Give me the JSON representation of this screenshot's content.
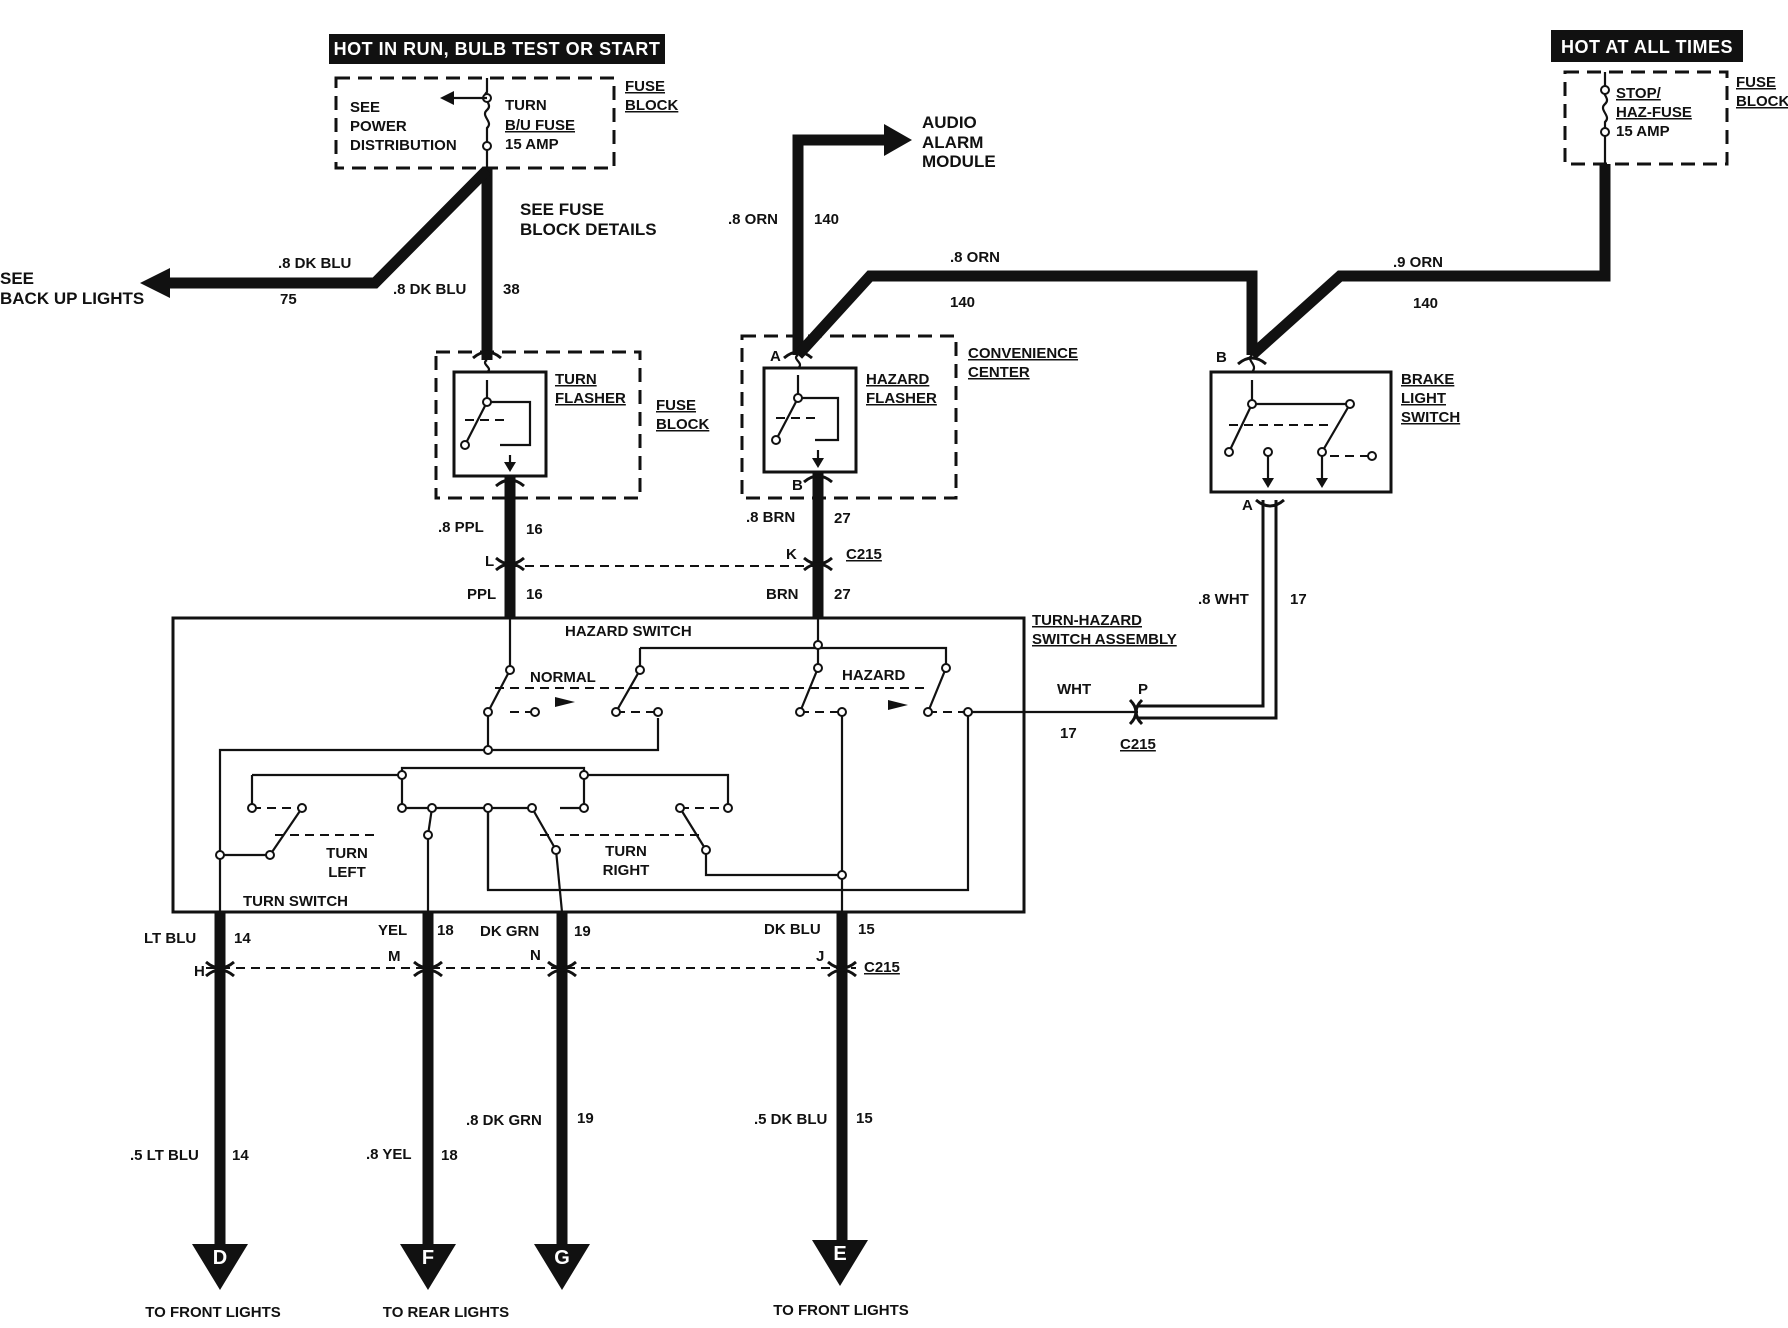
{
  "headers": {
    "hot_in_run": "HOT IN RUN, BULB TEST OR START",
    "hot_at_all_times": "HOT AT ALL TIMES"
  },
  "fuse_block_left": {
    "see_power_distribution": [
      "SEE",
      "POWER",
      "DISTRIBUTION"
    ],
    "fuse_name": [
      "TURN",
      "B/U FUSE",
      "15 AMP"
    ],
    "block_label": [
      "FUSE",
      "BLOCK"
    ]
  },
  "fuse_block_right": {
    "fuse_name": [
      "STOP/",
      "HAZ-FUSE",
      "15 AMP"
    ],
    "block_label": [
      "FUSE",
      "BLOCK"
    ]
  },
  "notes": {
    "see_fuse_block_details": [
      "SEE FUSE",
      "BLOCK DETAILS"
    ],
    "see_back_up_lights": [
      "SEE",
      "BACK UP LIGHTS"
    ],
    "audio_alarm_module": [
      "AUDIO",
      "ALARM",
      "MODULE"
    ]
  },
  "components": {
    "turn_flasher": [
      "TURN",
      "FLASHER"
    ],
    "turn_flasher_block": [
      "FUSE",
      "BLOCK"
    ],
    "hazard_flasher": [
      "HAZARD",
      "FLASHER"
    ],
    "convenience_center": [
      "CONVENIENCE",
      "CENTER"
    ],
    "brake_light_switch": [
      "BRAKE",
      "LIGHT",
      "SWITCH"
    ],
    "turn_hazard_assembly": [
      "TURN-HAZARD",
      "SWITCH ASSEMBLY"
    ],
    "hazard_switch": "HAZARD SWITCH",
    "normal": "NORMAL",
    "hazard": "HAZARD",
    "turn_left": [
      "TURN",
      "LEFT"
    ],
    "turn_right": [
      "TURN",
      "RIGHT"
    ],
    "turn_switch": "TURN SWITCH"
  },
  "wires": {
    "dk_blu_8": ".8 DK BLU",
    "c75": "75",
    "dk_blu_8b": ".8 DK BLU",
    "c38": "38",
    "orn_8_a": ".8 ORN",
    "c140_a": "140",
    "orn_8_b": ".8 ORN",
    "c140_b": "140",
    "orn_9": ".9 ORN",
    "c140_c": "140",
    "ppl_8": ".8 PPL",
    "c16_a": "16",
    "ppl": "PPL",
    "c16_b": "16",
    "brn_8": ".8 BRN",
    "c27_a": "27",
    "brn": "BRN",
    "c27_b": "27",
    "wht_8": ".8 WHT",
    "c17_a": "17",
    "wht": "WHT",
    "c17_b": "17",
    "lt_blu": "LT BLU",
    "c14_a": "14",
    "yel": "YEL",
    "c18_a": "18",
    "dk_grn": "DK GRN",
    "c19_a": "19",
    "dk_blu": "DK BLU",
    "c15_a": "15",
    "lt_blu_5": ".5 LT BLU",
    "c14_b": "14",
    "yel_8": ".8 YEL",
    "c18_b": "18",
    "dk_grn_8": ".8 DK GRN",
    "c19_b": "19",
    "dk_blu_5": ".5 DK BLU",
    "c15_b": "15"
  },
  "connectors": {
    "c215_top": "C215",
    "c215_mid": "C215",
    "c215_bottom": "C215",
    "pin_L": "L",
    "pin_K": "K",
    "pin_P": "P",
    "pin_H": "H",
    "pin_M": "M",
    "pin_N": "N",
    "pin_J": "J",
    "flasher_A": "A",
    "flasher_B": "B",
    "brake_B": "B",
    "brake_A": "A"
  },
  "terminals": [
    {
      "letter": "D",
      "dest": "TO FRONT LIGHTS"
    },
    {
      "letter": "F",
      "dest": "TO REAR LIGHTS"
    },
    {
      "letter": "G",
      "dest": ""
    },
    {
      "letter": "E",
      "dest": "TO FRONT LIGHTS"
    }
  ]
}
